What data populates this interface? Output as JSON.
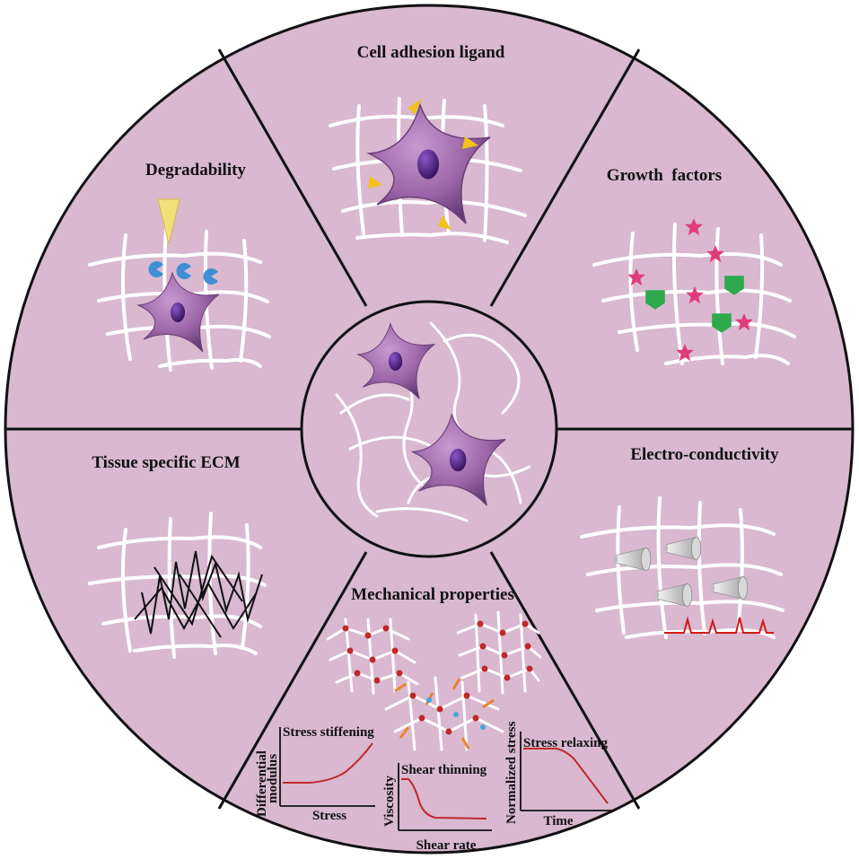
{
  "colors": {
    "disc": "#d9b8d0",
    "divider": "#111111",
    "cell_body": "#8d5a98",
    "nucleus": "#4b1f79",
    "ligand": "#f2c21a",
    "enzyme": "#3f8fd6",
    "growth_star": "#df3d7a",
    "growth_shield": "#2eaa4c",
    "signal": "#d21a1a",
    "crosslink": "#c0282a",
    "curve": "#c0282a"
  },
  "sectors": {
    "cell_adhesion": {
      "title": "Cell adhesion ligand"
    },
    "growth_factors": {
      "title": "Growth  factors"
    },
    "electro": {
      "title": "Electro-conductivity"
    },
    "mechanical": {
      "title": "Mechanical properties"
    },
    "tissue_ecm": {
      "title": "Tissue specific ECM"
    },
    "degradability": {
      "title": "Degradability"
    }
  },
  "plots": {
    "stiffening": {
      "title": "Stress stiffening",
      "ylabel_line1": "Differential",
      "ylabel_line2": "modulus",
      "xlabel": "Stress"
    },
    "thinning": {
      "title": "Shear thinning",
      "ylabel": "Viscosity",
      "xlabel": "Shear rate"
    },
    "relaxing": {
      "title": "Stress relaxing",
      "ylabel": "Normalized stress",
      "xlabel": "Time"
    }
  }
}
